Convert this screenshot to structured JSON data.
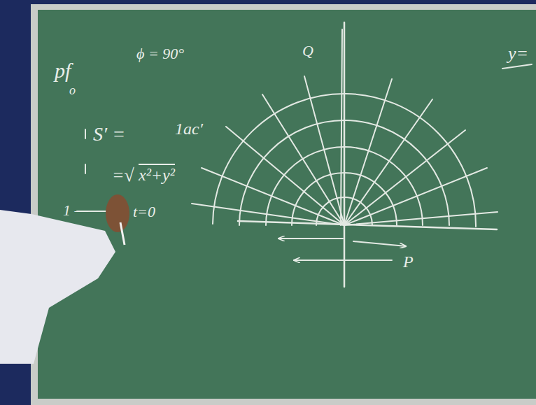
{
  "diagram": {
    "labels": [
      "pf",
      "o",
      "ϕ = 90°",
      "S′ =",
      "1ac′",
      "=√",
      "x²+y²",
      "1 —",
      "t=0",
      "Q",
      "P",
      "y="
    ]
  }
}
